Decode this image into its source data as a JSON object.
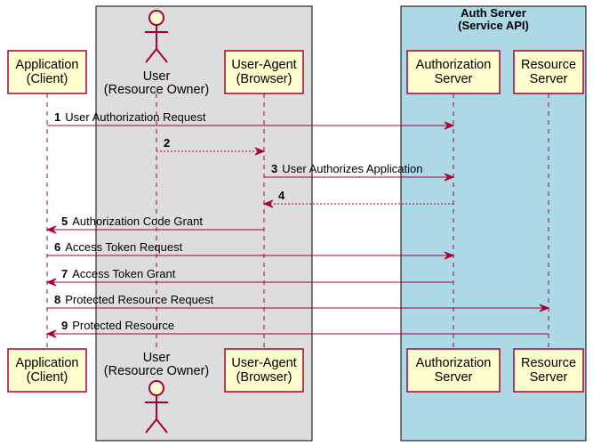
{
  "colors": {
    "participant_fill": "#FEFECE",
    "participant_stroke": "#A80036",
    "arrow": "#A80036",
    "user_box": "#DDDDDD",
    "auth_box": "#ADD8E6"
  },
  "boxes": [
    {
      "id": "user_box",
      "title_lines": []
    },
    {
      "id": "auth_box",
      "title_lines": [
        "Auth Server",
        "(Service API)"
      ]
    }
  ],
  "participants": [
    {
      "id": "client",
      "kind": "participant",
      "lines": [
        "Application",
        "(Client)"
      ]
    },
    {
      "id": "user",
      "kind": "actor",
      "lines": [
        "User",
        "(Resource Owner)"
      ]
    },
    {
      "id": "agent",
      "kind": "participant",
      "lines": [
        "User-Agent",
        "(Browser)"
      ]
    },
    {
      "id": "authz",
      "kind": "participant",
      "lines": [
        "Authorization",
        "Server"
      ]
    },
    {
      "id": "resource",
      "kind": "participant",
      "lines": [
        "Resource",
        "Server"
      ]
    }
  ],
  "messages": [
    {
      "num": "1",
      "from": "client",
      "to": "authz",
      "label": "User Authorization Request",
      "dashed": false
    },
    {
      "num": "2",
      "from": "user",
      "to": "agent",
      "label": "",
      "dashed": true
    },
    {
      "num": "3",
      "from": "agent",
      "to": "authz",
      "label": "User Authorizes Application",
      "dashed": false
    },
    {
      "num": "4",
      "from": "authz",
      "to": "agent",
      "label": "",
      "dashed": true
    },
    {
      "num": "5",
      "from": "agent",
      "to": "client",
      "label": "Authorization Code Grant",
      "dashed": false
    },
    {
      "num": "6",
      "from": "client",
      "to": "authz",
      "label": "Access Token Request",
      "dashed": false
    },
    {
      "num": "7",
      "from": "authz",
      "to": "client",
      "label": "Access Token Grant",
      "dashed": false
    },
    {
      "num": "8",
      "from": "client",
      "to": "resource",
      "label": "Protected Resource Request",
      "dashed": false
    },
    {
      "num": "9",
      "from": "resource",
      "to": "client",
      "label": "Protected Resource",
      "dashed": false
    }
  ]
}
